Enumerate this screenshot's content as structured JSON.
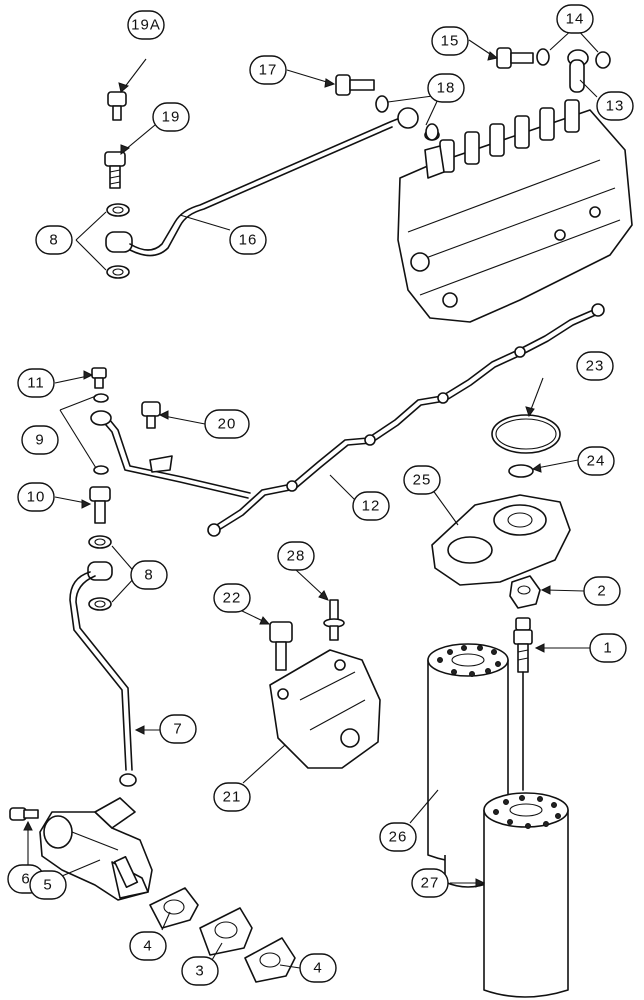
{
  "diagram": {
    "callouts": [
      {
        "id": "c19a",
        "label": "19A"
      },
      {
        "id": "c19",
        "label": "19"
      },
      {
        "id": "c8a",
        "label": "8"
      },
      {
        "id": "c16",
        "label": "16"
      },
      {
        "id": "c17",
        "label": "17"
      },
      {
        "id": "c18",
        "label": "18"
      },
      {
        "id": "c15",
        "label": "15"
      },
      {
        "id": "c14",
        "label": "14"
      },
      {
        "id": "c13",
        "label": "13"
      },
      {
        "id": "c11",
        "label": "11"
      },
      {
        "id": "c9",
        "label": "9"
      },
      {
        "id": "c20",
        "label": "20"
      },
      {
        "id": "c10",
        "label": "10"
      },
      {
        "id": "c8b",
        "label": "8"
      },
      {
        "id": "c12",
        "label": "12"
      },
      {
        "id": "c23",
        "label": "23"
      },
      {
        "id": "c24",
        "label": "24"
      },
      {
        "id": "c25",
        "label": "25"
      },
      {
        "id": "c2",
        "label": "2"
      },
      {
        "id": "c1",
        "label": "1"
      },
      {
        "id": "c28",
        "label": "28"
      },
      {
        "id": "c22",
        "label": "22"
      },
      {
        "id": "c7",
        "label": "7"
      },
      {
        "id": "c21",
        "label": "21"
      },
      {
        "id": "c26",
        "label": "26"
      },
      {
        "id": "c27",
        "label": "27"
      },
      {
        "id": "c6",
        "label": "6"
      },
      {
        "id": "c5",
        "label": "5"
      },
      {
        "id": "c4a",
        "label": "4"
      },
      {
        "id": "c3",
        "label": "3"
      },
      {
        "id": "c4b",
        "label": "4"
      }
    ]
  }
}
